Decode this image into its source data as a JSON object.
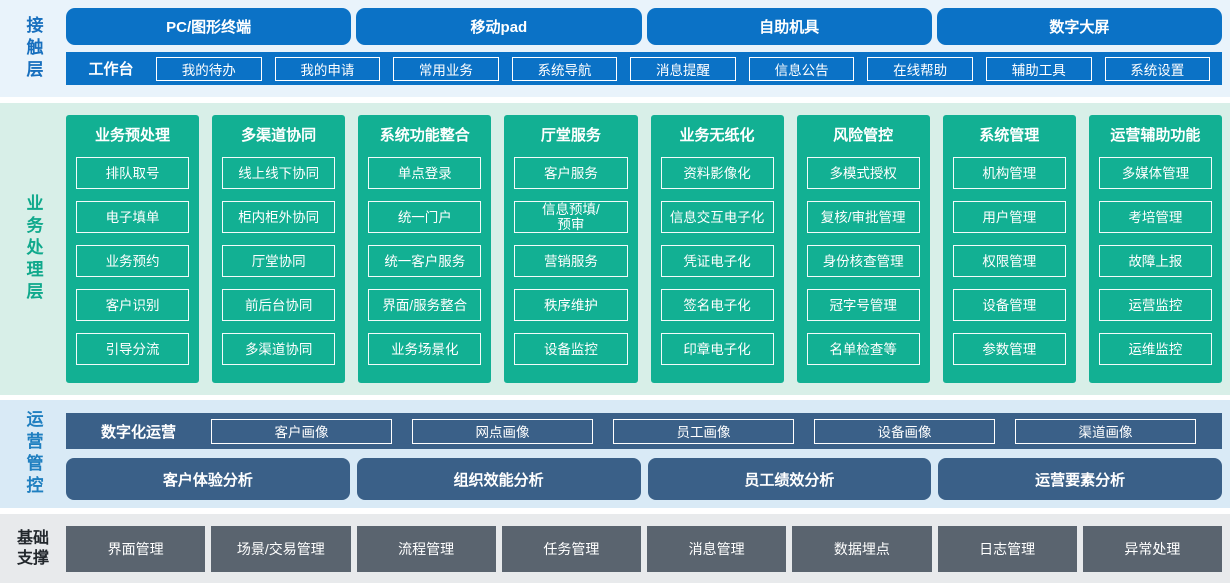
{
  "colors": {
    "primary_blue": "#0b72c6",
    "teal": "#12b093",
    "steel_blue": "#3a6088",
    "slate_gray": "#5a646f",
    "contact_bg": "#e9f3fb",
    "business_bg": "#d8efe8",
    "ops_bg": "#d9eaf6",
    "base_bg": "#e8eaec"
  },
  "contact": {
    "label": "接触层",
    "terminals": [
      "PC/图形终端",
      "移动pad",
      "自助机具",
      "数字大屏"
    ],
    "workbench_label": "工作台",
    "workbench_items": [
      "我的待办",
      "我的申请",
      "常用业务",
      "系统导航",
      "消息提醒",
      "信息公告",
      "在线帮助",
      "辅助工具",
      "系统设置"
    ]
  },
  "business": {
    "label": "业务处理层",
    "columns": [
      {
        "title": "业务预处理",
        "items": [
          "排队取号",
          "电子填单",
          "业务预约",
          "客户识别",
          "引导分流"
        ]
      },
      {
        "title": "多渠道协同",
        "items": [
          "线上线下协同",
          "柜内柜外协同",
          "厅堂协同",
          "前后台协同",
          "多渠道协同"
        ]
      },
      {
        "title": "系统功能整合",
        "items": [
          "单点登录",
          "统一门户",
          "统一客户服务",
          "界面/服务整合",
          "业务场景化"
        ]
      },
      {
        "title": "厅堂服务",
        "items": [
          "客户服务",
          "信息预填/\n预审",
          "营销服务",
          "秩序维护",
          "设备监控"
        ]
      },
      {
        "title": "业务无纸化",
        "items": [
          "资料影像化",
          "信息交互电子化",
          "凭证电子化",
          "签名电子化",
          "印章电子化"
        ]
      },
      {
        "title": "风险管控",
        "items": [
          "多模式授权",
          "复核/审批管理",
          "身份核查管理",
          "冠字号管理",
          "名单检查等"
        ]
      },
      {
        "title": "系统管理",
        "items": [
          "机构管理",
          "用户管理",
          "权限管理",
          "设备管理",
          "参数管理"
        ]
      },
      {
        "title": "运营辅助功能",
        "items": [
          "多媒体管理",
          "考培管理",
          "故障上报",
          "运营监控",
          "运维监控"
        ]
      }
    ]
  },
  "ops": {
    "label": "运营管控",
    "digital_label": "数字化运营",
    "digital_items": [
      "客户画像",
      "网点画像",
      "员工画像",
      "设备画像",
      "渠道画像"
    ],
    "analysis_items": [
      "客户体验分析",
      "组织效能分析",
      "员工绩效分析",
      "运营要素分析"
    ]
  },
  "base": {
    "label": "基础支撑",
    "items": [
      "界面管理",
      "场景/交易管理",
      "流程管理",
      "任务管理",
      "消息管理",
      "数据埋点",
      "日志管理",
      "异常处理"
    ]
  }
}
